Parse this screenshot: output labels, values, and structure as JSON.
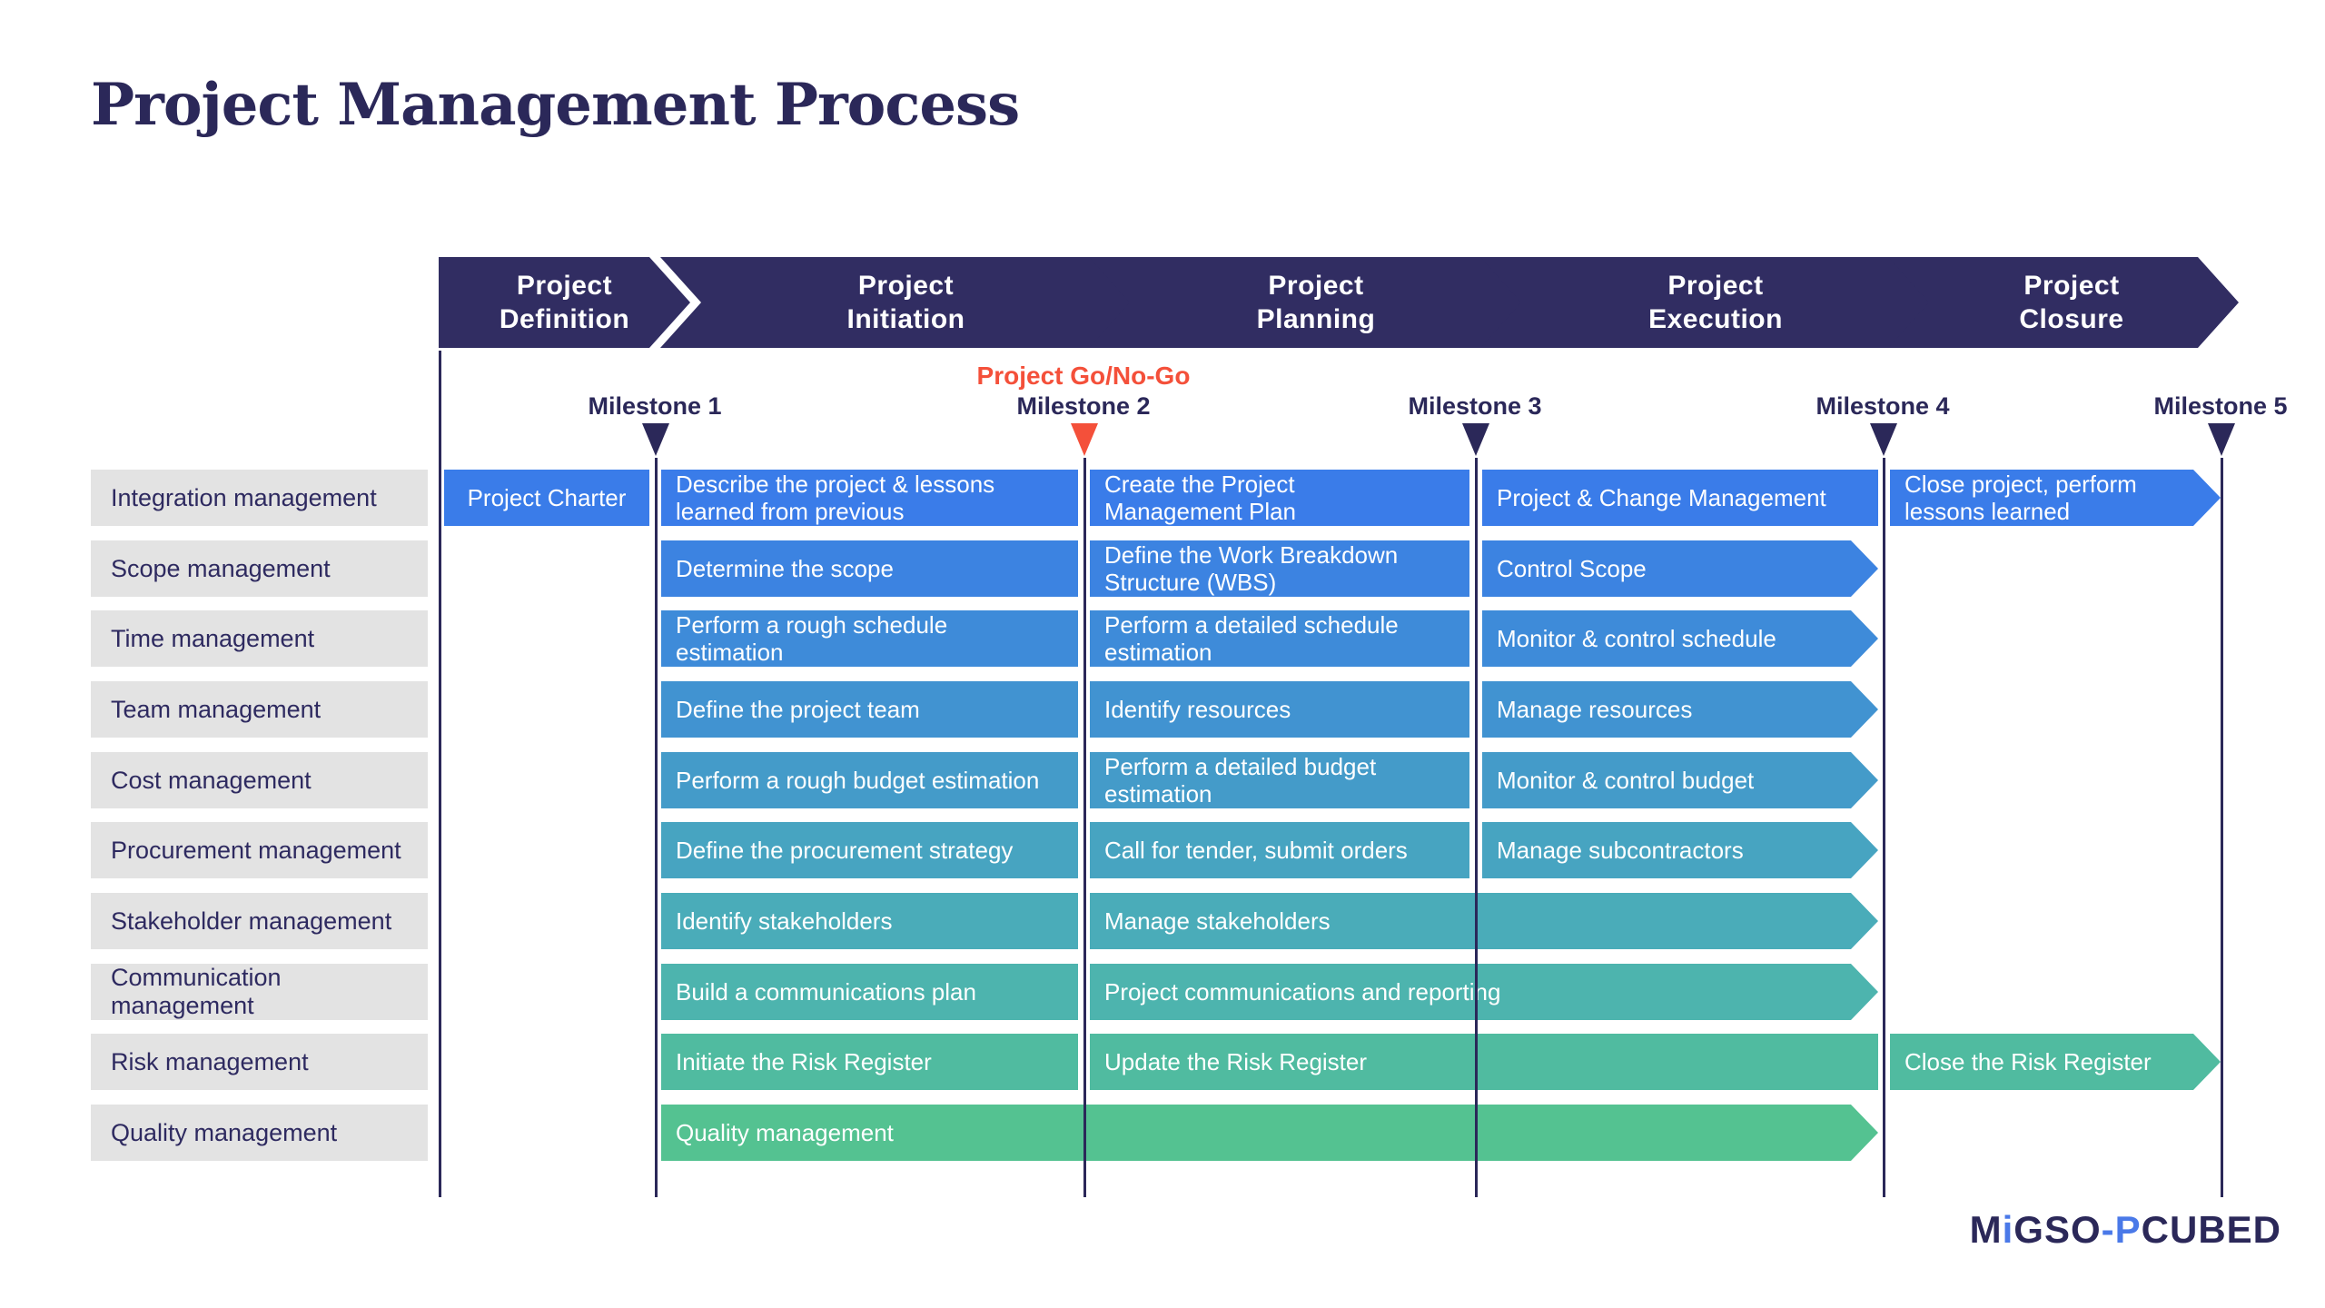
{
  "title": "Project Management Process",
  "colors": {
    "navy": "#2B2859",
    "band_navy": "#312D62",
    "red_accent": "#F4503A",
    "row_label_bg": "#E3E3E3",
    "logo_blue": "#4A79E8",
    "bar_gradient_top": "#3A7CE9",
    "bar_gradient_bottom": "#54C291"
  },
  "phases": [
    {
      "line1": "Project",
      "line2": "Definition"
    },
    {
      "line1": "Project",
      "line2": "Initiation"
    },
    {
      "line1": "Project",
      "line2": "Planning"
    },
    {
      "line1": "Project",
      "line2": "Execution"
    },
    {
      "line1": "Project",
      "line2": "Closure"
    }
  ],
  "milestones": [
    {
      "label": "Milestone 1",
      "marker_color": "#2B2859",
      "annotation": ""
    },
    {
      "label": "Milestone 2",
      "marker_color": "#F4503A",
      "annotation": "Project Go/No-Go"
    },
    {
      "label": "Milestone 3",
      "marker_color": "#2B2859",
      "annotation": ""
    },
    {
      "label": "Milestone 4",
      "marker_color": "#2B2859",
      "annotation": ""
    },
    {
      "label": "Milestone 5",
      "marker_color": "#2B2859",
      "annotation": ""
    }
  ],
  "rows": [
    {
      "label": "Integration management",
      "color": "#3A7CE9",
      "bars": [
        {
          "text": "Project Charter",
          "from": 0,
          "to": 0,
          "tip": false,
          "center": true
        },
        {
          "text": "Describe the project & lessons learned from previous",
          "from": 1,
          "to": 1,
          "tip": false
        },
        {
          "text": "Create the Project Management Plan",
          "from": 2,
          "to": 2,
          "tip": false
        },
        {
          "text": "Project & Change Management",
          "from": 3,
          "to": 3,
          "tip": false
        },
        {
          "text": "Close project, perform lessons learned",
          "from": 4,
          "to": 4,
          "tip": true
        }
      ]
    },
    {
      "label": "Scope management",
      "color": "#3C83E1",
      "bars": [
        {
          "text": "Determine the scope",
          "from": 1,
          "to": 1,
          "tip": false
        },
        {
          "text": "Define the Work Breakdown Structure (WBS)",
          "from": 2,
          "to": 2,
          "tip": false
        },
        {
          "text": "Control Scope",
          "from": 3,
          "to": 3,
          "tip": true
        }
      ]
    },
    {
      "label": "Time management",
      "color": "#3E8BD9",
      "bars": [
        {
          "text": "Perform a rough schedule estimation",
          "from": 1,
          "to": 1,
          "tip": false
        },
        {
          "text": "Perform a detailed schedule estimation",
          "from": 2,
          "to": 2,
          "tip": false
        },
        {
          "text": "Monitor & control schedule",
          "from": 3,
          "to": 3,
          "tip": true
        }
      ]
    },
    {
      "label": "Team management",
      "color": "#4193D1",
      "bars": [
        {
          "text": "Define the project team",
          "from": 1,
          "to": 1,
          "tip": false
        },
        {
          "text": "Identify resources",
          "from": 2,
          "to": 2,
          "tip": false
        },
        {
          "text": "Manage resources",
          "from": 3,
          "to": 3,
          "tip": true
        }
      ]
    },
    {
      "label": "Cost management",
      "color": "#449BC9",
      "bars": [
        {
          "text": "Perform a rough budget estimation",
          "from": 1,
          "to": 1,
          "tip": false
        },
        {
          "text": "Perform a detailed budget estimation",
          "from": 2,
          "to": 2,
          "tip": false
        },
        {
          "text": "Monitor & control budget",
          "from": 3,
          "to": 3,
          "tip": true
        }
      ]
    },
    {
      "label": "Procurement management",
      "color": "#47A4C1",
      "bars": [
        {
          "text": "Define the procurement strategy",
          "from": 1,
          "to": 1,
          "tip": false
        },
        {
          "text": "Call for tender, submit orders",
          "from": 2,
          "to": 2,
          "tip": false
        },
        {
          "text": "Manage subcontractors",
          "from": 3,
          "to": 3,
          "tip": true
        }
      ]
    },
    {
      "label": "Stakeholder management",
      "color": "#4AACB9",
      "bars": [
        {
          "text": "Identify stakeholders",
          "from": 1,
          "to": 1,
          "tip": false
        },
        {
          "text": "Manage stakeholders",
          "from": 2,
          "to": 3,
          "tip": true
        }
      ]
    },
    {
      "label": "Communication management",
      "color": "#4DB4AE",
      "bars": [
        {
          "text": "Build a communications plan",
          "from": 1,
          "to": 1,
          "tip": false
        },
        {
          "text": "Project communications and reporting",
          "from": 2,
          "to": 3,
          "tip": true
        }
      ]
    },
    {
      "label": "Risk management",
      "color": "#50BBA0",
      "bars": [
        {
          "text": "Initiate the Risk Register",
          "from": 1,
          "to": 1,
          "tip": false
        },
        {
          "text": "Update the Risk Register",
          "from": 2,
          "to": 3,
          "tip": false
        },
        {
          "text": "Close the Risk Register",
          "from": 4,
          "to": 4,
          "tip": true
        }
      ]
    },
    {
      "label": "Quality management",
      "color": "#54C291",
      "bars": [
        {
          "text": "Quality management",
          "from": 1,
          "to": 3,
          "tip": true
        }
      ]
    }
  ],
  "logo": {
    "parts": [
      {
        "text": "M",
        "color": "navy"
      },
      {
        "text": "i",
        "color": "blue"
      },
      {
        "text": "GSO",
        "color": "navy"
      },
      {
        "text": "-P",
        "color": "blue"
      },
      {
        "text": "CUBED",
        "color": "navy"
      }
    ]
  }
}
